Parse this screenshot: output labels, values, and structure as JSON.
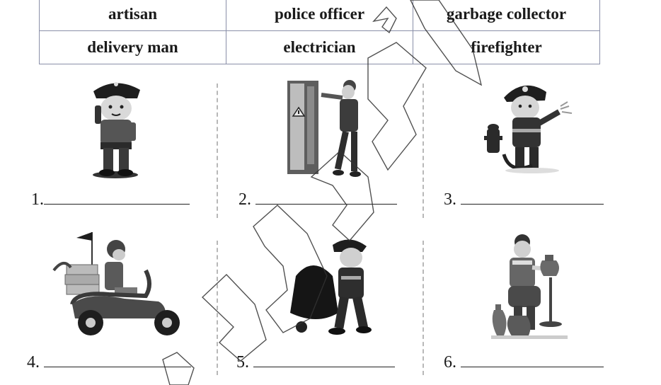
{
  "word_bank": [
    [
      "artisan",
      "police officer",
      "garbage collector"
    ],
    [
      "delivery man",
      "electrician",
      "firefighter"
    ]
  ],
  "items": [
    {
      "number": "1.",
      "picture": "police-officer-picture"
    },
    {
      "number": "2.",
      "picture": "electrician-picture"
    },
    {
      "number": "3.",
      "picture": "firefighter-picture"
    },
    {
      "number": "4.",
      "picture": "delivery-man-picture"
    },
    {
      "number": "5.",
      "picture": "garbage-collector-picture"
    },
    {
      "number": "6.",
      "picture": "artisan-picture"
    }
  ]
}
